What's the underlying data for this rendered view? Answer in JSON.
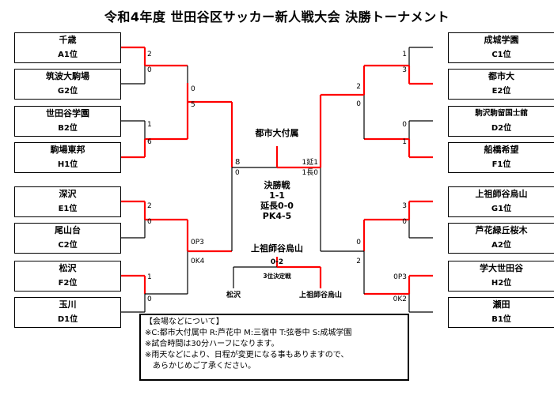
{
  "title": "令和4年度 世田谷区サッカー新人戦大会 決勝トーナメント",
  "left_teams": [
    {
      "name": "千歳",
      "seed": "A1位"
    },
    {
      "name": "筑波大駒場",
      "seed": "G2位"
    },
    {
      "name": "世田谷学園",
      "seed": "B2位"
    },
    {
      "name": "駒場東邦",
      "seed": "H1位"
    },
    {
      "name": "深沢",
      "seed": "E1位"
    },
    {
      "name": "尾山台",
      "seed": "C2位"
    },
    {
      "name": "松沢",
      "seed": "F2位"
    },
    {
      "name": "玉川",
      "seed": "D1位"
    }
  ],
  "right_teams": [
    {
      "name": "成城学園",
      "seed": "C1位"
    },
    {
      "name": "都市大",
      "seed": "E2位"
    },
    {
      "name": "駒沢駒留国士舘",
      "seed": "D2位"
    },
    {
      "name": "船橋希望",
      "seed": "F1位"
    },
    {
      "name": "上祖師谷烏山",
      "seed": "G1位"
    },
    {
      "name": "芦花緑丘桜木",
      "seed": "A2位"
    },
    {
      "name": "学大世田谷",
      "seed": "H2位"
    },
    {
      "name": "瀬田",
      "seed": "B1位"
    }
  ],
  "scores": {
    "l1": [
      "2",
      "0",
      "1",
      "6",
      "2",
      "0",
      "1",
      "0"
    ],
    "r1": [
      "1",
      "3",
      "0",
      "1",
      "3",
      "0",
      "0P3",
      "0K2"
    ],
    "l2": [
      "0",
      "5",
      "0P3",
      "0K4"
    ],
    "r2": [
      "2",
      "0",
      "0",
      "2"
    ],
    "l3": "8",
    "l3b": "0",
    "r3": "1延1",
    "r3b": "1長0"
  },
  "champion": "都市大付属",
  "final": {
    "label": "決勝戦",
    "score": "1-1",
    "extra": "延長0-0",
    "pk": "PK4-5"
  },
  "third_place": {
    "winner_top": "上祖師谷烏山",
    "score": "0-2",
    "label": "3位決定戦",
    "team_left": "松沢",
    "team_right": "上祖師谷烏山"
  },
  "notes": [
    "【会場などについて】",
    "※C:都市大付属中  R:芦花中  M:三宿中  T:弦巻中  S:成城学園",
    "※試合時間は30分ハーフになります。",
    "※雨天などにより、日程が変更になる事もありますので、",
    "　あらかじめご了承ください。"
  ],
  "colors": {
    "win": "#ff0000",
    "line": "#000000"
  }
}
